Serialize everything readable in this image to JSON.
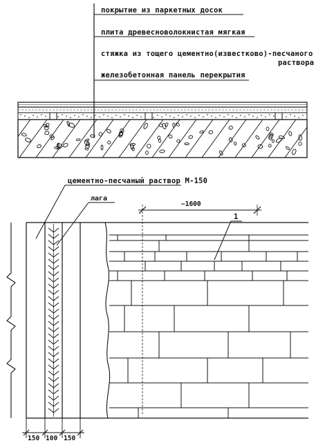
{
  "section": {
    "callouts": [
      "покрытие из паркетных досок",
      "плита древесноволокнистая мягкая",
      "стяжка из тощего цементно(известково)-песчаного",
      "раствора",
      "железобетонная панель перекрытия"
    ]
  },
  "plan": {
    "mortar_label": "цементно-песчаный раствор М-150",
    "joist_label": "лага",
    "span_label": "~1600",
    "marker_label": "1",
    "bottom_dims": [
      "150",
      "100",
      "150"
    ]
  },
  "colors": {
    "ink": "#111111",
    "paper": "#ffffff"
  }
}
